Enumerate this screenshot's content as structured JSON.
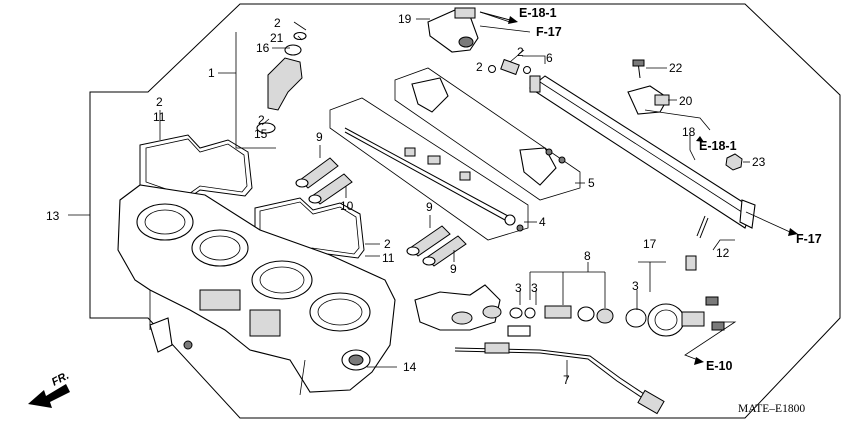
{
  "diagram": {
    "code": "MATE–E1800",
    "direction_label": "FR.",
    "refs": {
      "e18_1_top": "E-18-1",
      "f17_top": "F-17",
      "e18_1_right": "E-18-1",
      "f17_right": "F-17",
      "e10": "E-10"
    },
    "callouts": {
      "c1": "1",
      "c2a": "2",
      "c21": "21",
      "c16": "16",
      "c2b": "2",
      "c15": "15",
      "c19": "19",
      "c2c": "2",
      "c2d": "2",
      "c6": "6",
      "c22": "22",
      "c20": "20",
      "c18": "18",
      "c23": "23",
      "c5": "5",
      "c4": "4",
      "c9a": "9",
      "c10": "10",
      "c9b": "9",
      "c9c": "9",
      "c2e": "2",
      "c11a": "11",
      "c13": "13",
      "c2f": "2",
      "c11b": "11",
      "c12": "12",
      "c17": "17",
      "c8": "8",
      "c3a": "3",
      "c3b": "3",
      "c3c": "3",
      "c14": "14",
      "c7": "7"
    }
  }
}
